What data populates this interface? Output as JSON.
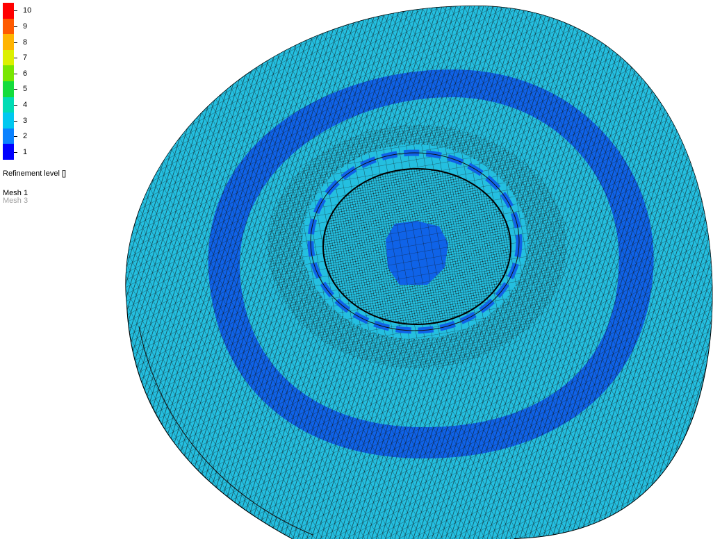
{
  "legend": {
    "levels": [
      {
        "label": "10",
        "color": "#ff0000"
      },
      {
        "label": "9",
        "color": "#ff5a00"
      },
      {
        "label": "8",
        "color": "#ffb400"
      },
      {
        "label": "7",
        "color": "#dcf000"
      },
      {
        "label": "6",
        "color": "#78e600"
      },
      {
        "label": "5",
        "color": "#14dc3c"
      },
      {
        "label": "4",
        "color": "#00dcb4"
      },
      {
        "label": "3",
        "color": "#00c8f0"
      },
      {
        "label": "2",
        "color": "#0a82ff"
      },
      {
        "label": "1",
        "color": "#0000ff"
      }
    ],
    "title": "Refinement level []"
  },
  "meshes": [
    {
      "label": "Mesh 1",
      "state": "active"
    },
    {
      "label": "Mesh 3",
      "state": "inactive"
    }
  ],
  "model": {
    "base_color": "#24bfe0",
    "refined_color": "#0f63e8",
    "edge_color": "#111111"
  }
}
